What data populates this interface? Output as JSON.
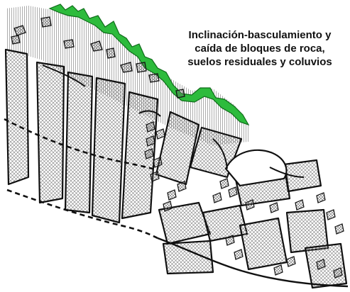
{
  "caption": {
    "lines": [
      "Inclinación-basculamiento y",
      "caída de bloques de roca,",
      "suelos residuales y coluvios"
    ]
  },
  "colors": {
    "vegetation": "#2dbb3c",
    "vegetation_dark": "#0f6b1a",
    "outline": "#111111",
    "rock_hatch": "#777777",
    "background": "#ffffff"
  }
}
